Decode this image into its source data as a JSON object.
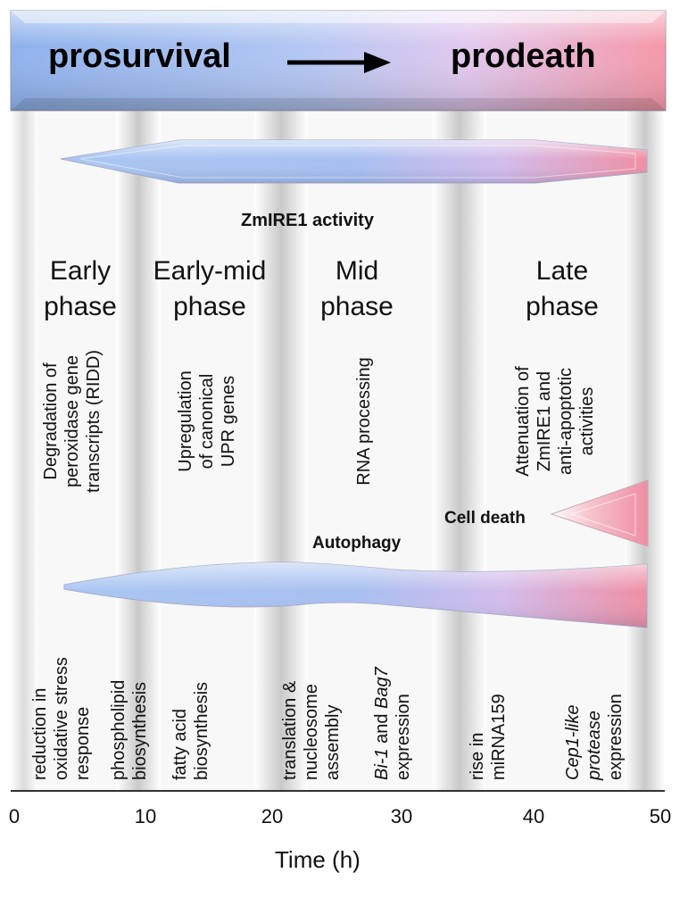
{
  "banner": {
    "left": "prosurvival",
    "right": "prodeath"
  },
  "bars": {
    "ire1_label": "ZmIRE1 activity",
    "cell_death_label": "Cell death",
    "autophagy_label": "Autophagy"
  },
  "phases": [
    {
      "line1": "Early",
      "line2": "phase"
    },
    {
      "line1": "Early-mid",
      "line2": "phase"
    },
    {
      "line1": "Mid",
      "line2": "phase"
    },
    {
      "line1": "Late",
      "line2": "phase"
    }
  ],
  "phase_events": {
    "early": [
      "Degradation of",
      "peroxidase gene",
      "transcripts (RIDD)"
    ],
    "early_mid": [
      "Upregulation",
      "of canonical",
      "UPR genes"
    ],
    "mid": [
      "RNA processing"
    ],
    "late": [
      "Attenuation of",
      "ZmIRE1 and",
      "anti-apoptotic",
      "activities"
    ]
  },
  "bottom_events": {
    "e1": [
      "reduction in",
      "oxidative stress",
      "response"
    ],
    "e2": [
      "phospholipid",
      "biosynthesis"
    ],
    "e3": [
      "fatty acid",
      "biosynthesis"
    ],
    "e4": [
      "translation &",
      "nucleosome",
      "assembly"
    ],
    "e5": {
      "italic1": "Bi-1",
      "mid": " and ",
      "italic2": "Bag7",
      "line2": "expression"
    },
    "e6": [
      "rise in",
      "miRNA159"
    ],
    "e7": {
      "italic1": "Cep1-like",
      "italic2": "protease",
      "line3": "expression"
    }
  },
  "axis": {
    "ticks": [
      "0",
      "10",
      "20",
      "30",
      "40",
      "50"
    ],
    "label": "Time (h)"
  },
  "colors": {
    "blue": "#9ec0ee",
    "pink": "#f2aab8",
    "lavender": "#d6c4ee"
  }
}
